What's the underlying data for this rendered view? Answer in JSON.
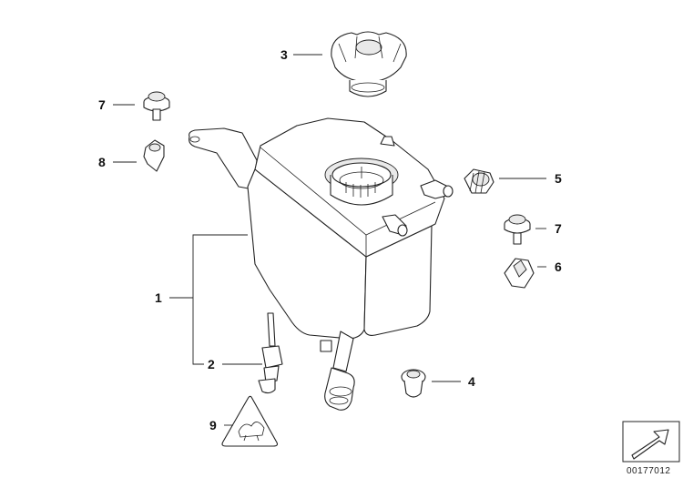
{
  "callouts": {
    "c1": "1",
    "c2": "2",
    "c3": "3",
    "c4": "4",
    "c5": "5",
    "c6": "6",
    "c7_left": "7",
    "c7_right": "7",
    "c8": "8",
    "c9": "9"
  },
  "diagram_code": "00177012"
}
